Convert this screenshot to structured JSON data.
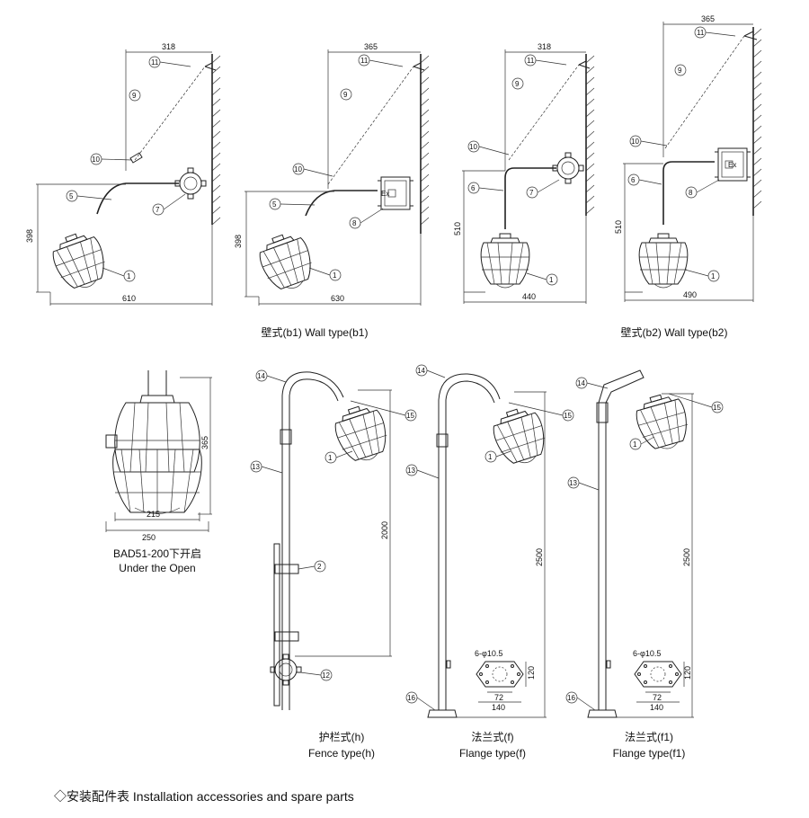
{
  "captions": {
    "wall_b1": "壁式(b1) Wall type(b1)",
    "wall_b2": "壁式(b2) Wall type(b2)",
    "bad_line1": "BAD51-200下开启",
    "bad_line2": "Under the Open",
    "fence_cn": "护栏式(h)",
    "fence_en": "Fence type(h)",
    "flange_f_cn": "法兰式(f)",
    "flange_f_en": "Flange type(f)",
    "flange_f1_cn": "法兰式(f1)",
    "flange_f1_en": "Flange type(f1)"
  },
  "footer": "◇安装配件表 Installation accessories and spare parts",
  "dimensions": {
    "d1_top": "318",
    "d1_height": "398",
    "d1_bottom": "610",
    "d2_top": "365",
    "d2_height": "398",
    "d2_bottom": "630",
    "d3_top": "318",
    "d3_height": "510",
    "d3_bottom": "440",
    "d4_top": "365",
    "d4_height": "510",
    "d4_bottom": "490",
    "bad_height": "365",
    "bad_inner": "215",
    "bad_width": "250",
    "fence_height": "2000",
    "flange_f_height": "2500",
    "flange_f1_height": "2500",
    "holes": "6-φ10.5",
    "flange_w": "72",
    "flange_d": "140",
    "flange_h": "120"
  },
  "part_numbers": {
    "p1": "1",
    "p2": "2",
    "p5": "5",
    "p6": "6",
    "p7": "7",
    "p8": "8",
    "p9": "9",
    "p10": "10",
    "p11": "11",
    "p12": "12",
    "p13": "13",
    "p14": "14",
    "p15": "15",
    "p16": "16"
  },
  "box_mark": "Ex"
}
